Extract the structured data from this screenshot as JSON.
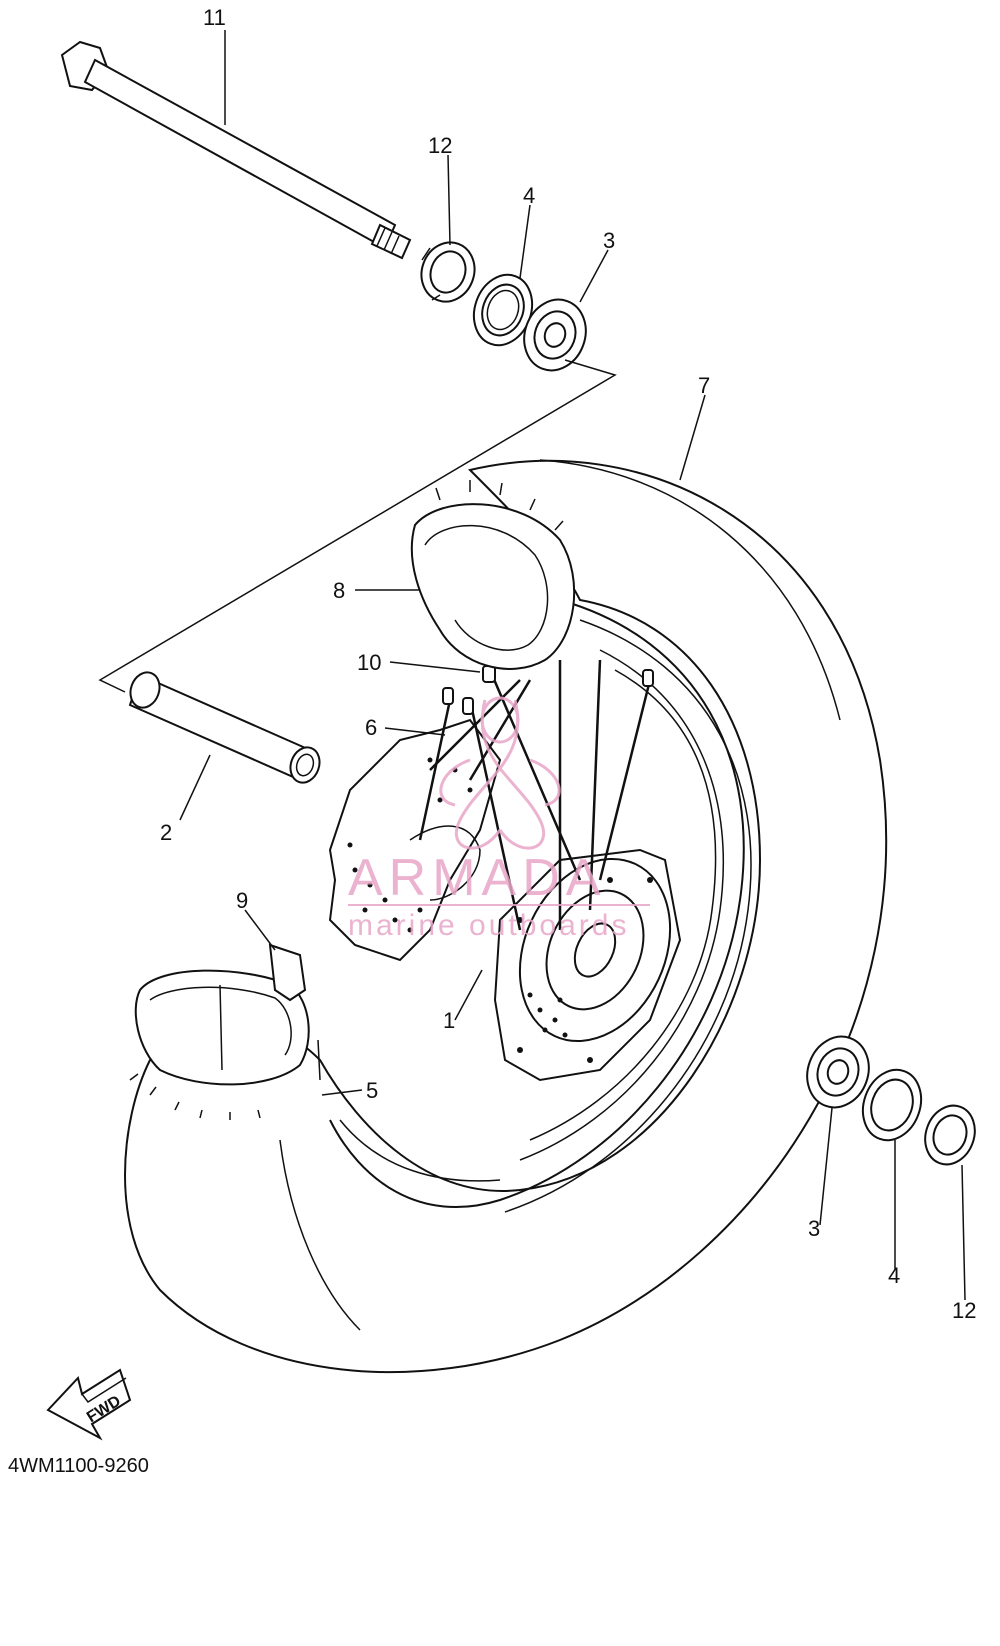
{
  "diagram": {
    "code": "4WM1100-9260",
    "fwd_label": "FWD",
    "callouts": [
      {
        "id": "c11",
        "text": "11"
      },
      {
        "id": "c12a",
        "text": "12"
      },
      {
        "id": "c4a",
        "text": "4"
      },
      {
        "id": "c3a",
        "text": "3"
      },
      {
        "id": "c7",
        "text": "7"
      },
      {
        "id": "c8",
        "text": "8"
      },
      {
        "id": "c10",
        "text": "10"
      },
      {
        "id": "c6",
        "text": "6"
      },
      {
        "id": "c2",
        "text": "2"
      },
      {
        "id": "c9",
        "text": "9"
      },
      {
        "id": "c1",
        "text": "1"
      },
      {
        "id": "c5",
        "text": "5"
      },
      {
        "id": "c3b",
        "text": "3"
      },
      {
        "id": "c4b",
        "text": "4"
      },
      {
        "id": "c12b",
        "text": "12"
      }
    ]
  },
  "watermark": {
    "brand": "ARMADA",
    "tagline": "marine outboards",
    "color": "#e8a6c8"
  }
}
